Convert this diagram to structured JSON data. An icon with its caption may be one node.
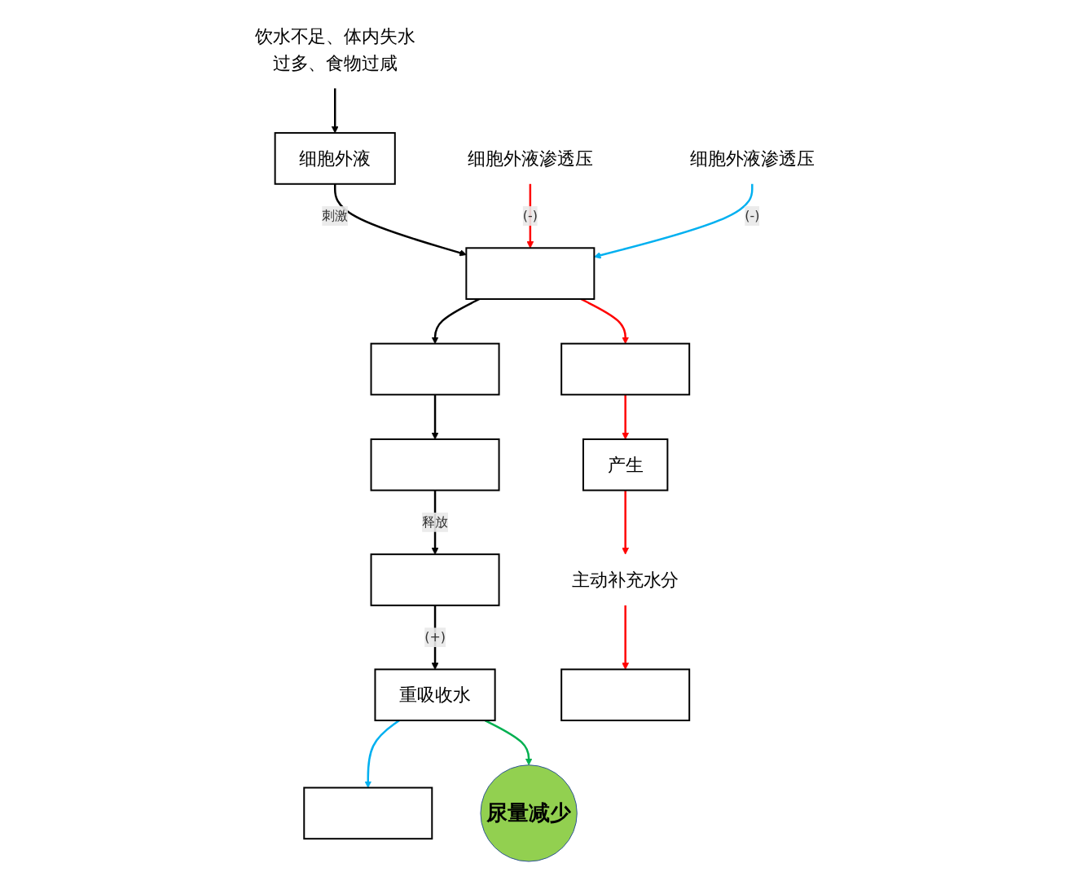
{
  "diagram": {
    "nodes": [
      {
        "text": [
          "饮水不足、体内失水过多、食物过咸"
        ]
      },
      {
        "text": [
          "细胞外液"
        ]
      },
      {
        "text": [],
        "shape": "box"
      },
      {
        "text": [],
        "shape": "box"
      },
      {
        "text": [],
        "shape": "box"
      },
      {
        "text": [],
        "shape": "box"
      },
      {
        "text": [
          "重吸收水"
        ]
      },
      {
        "text": [
          "尿量减少"
        ]
      },
      {
        "text": [
          "细胞外液渗透压"
        ]
      },
      {
        "text": [],
        "shape": "box"
      },
      {
        "text": [
          "细胞外液渗透压"
        ]
      },
      {
        "text": [],
        "shape": "box"
      },
      {
        "text": [],
        "shape": "box"
      },
      {
        "text": [
          "产生"
        ]
      },
      {
        "text": [
          "主动补充水分"
        ]
      }
    ],
    "edges": [
      {
        "from": 0,
        "to": 1,
        "arrow": "to"
      },
      {
        "from": 1,
        "to": 2,
        "arrow": "to",
        "label": "刺激"
      },
      {
        "from": 8,
        "to": 2,
        "arrow": "to",
        "label": "(-)",
        "color": "#ff0000"
      },
      {
        "from": 10,
        "to": 2,
        "arrow": "to",
        "label": "(-)",
        "color": "#00b0f0"
      },
      {
        "from": 2,
        "to": 12,
        "arrow": "to",
        "color": "#ff0000"
      },
      {
        "from": 2,
        "to": 3,
        "arrow": "to"
      },
      {
        "from": 3,
        "to": 4,
        "arrow": "to"
      },
      {
        "from": 4,
        "to": 5,
        "arrow": "to",
        "label": "释放"
      },
      {
        "from": 12,
        "to": 13,
        "arrow": "to",
        "color": "#ff0000"
      },
      {
        "from": 13,
        "to": 14,
        "arrow": "to",
        "color": "#ff0000"
      },
      {
        "from": 5,
        "to": 6,
        "arrow": "to",
        "label": "(+)"
      },
      {
        "from": 6,
        "to": 11,
        "arrow": "to",
        "color": "#00b0f0"
      },
      {
        "from": 6,
        "to": 7,
        "arrow": "to",
        "color": "#00b050"
      },
      {
        "from": 14,
        "to": 9,
        "arrow": "to",
        "color": "#ff0000"
      }
    ]
  }
}
